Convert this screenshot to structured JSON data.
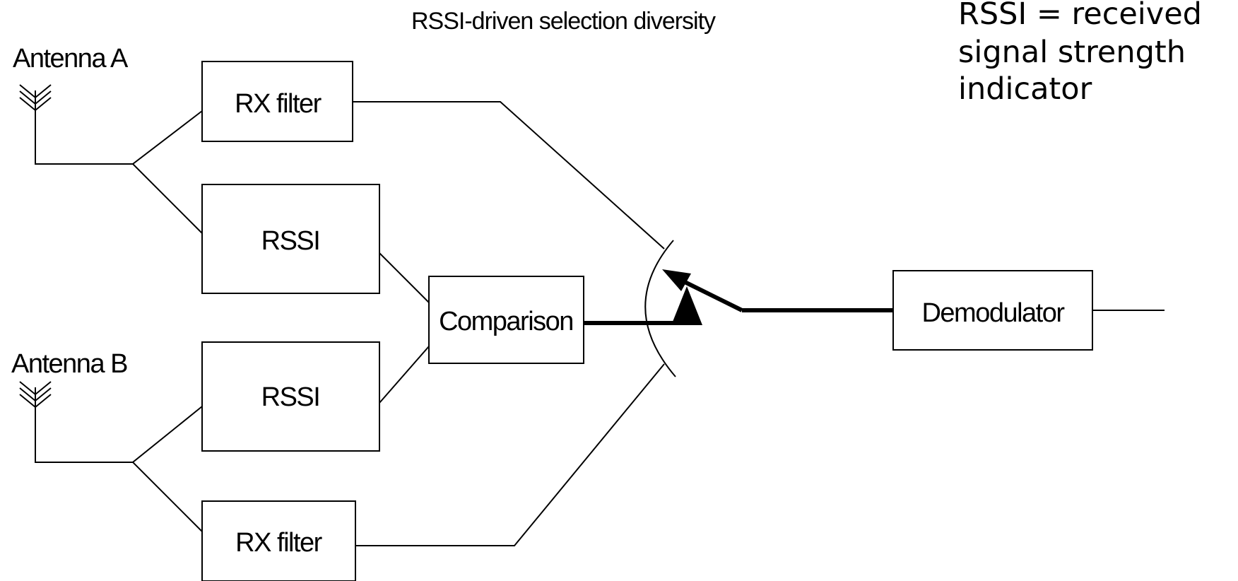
{
  "diagram": {
    "title": "RSSI-driven selection diversity",
    "note_lines": [
      "RSSI = received",
      "signal strength",
      "indicator"
    ],
    "antenna_a_label": "Antenna A",
    "antenna_b_label": "Antenna B",
    "rx_filter_a_label": "RX filter",
    "rssi_a_label": "RSSI",
    "comparison_label": "Comparison",
    "rssi_b_label": "RSSI",
    "rx_filter_b_label": "RX filter",
    "demodulator_label": "Demodulator"
  }
}
